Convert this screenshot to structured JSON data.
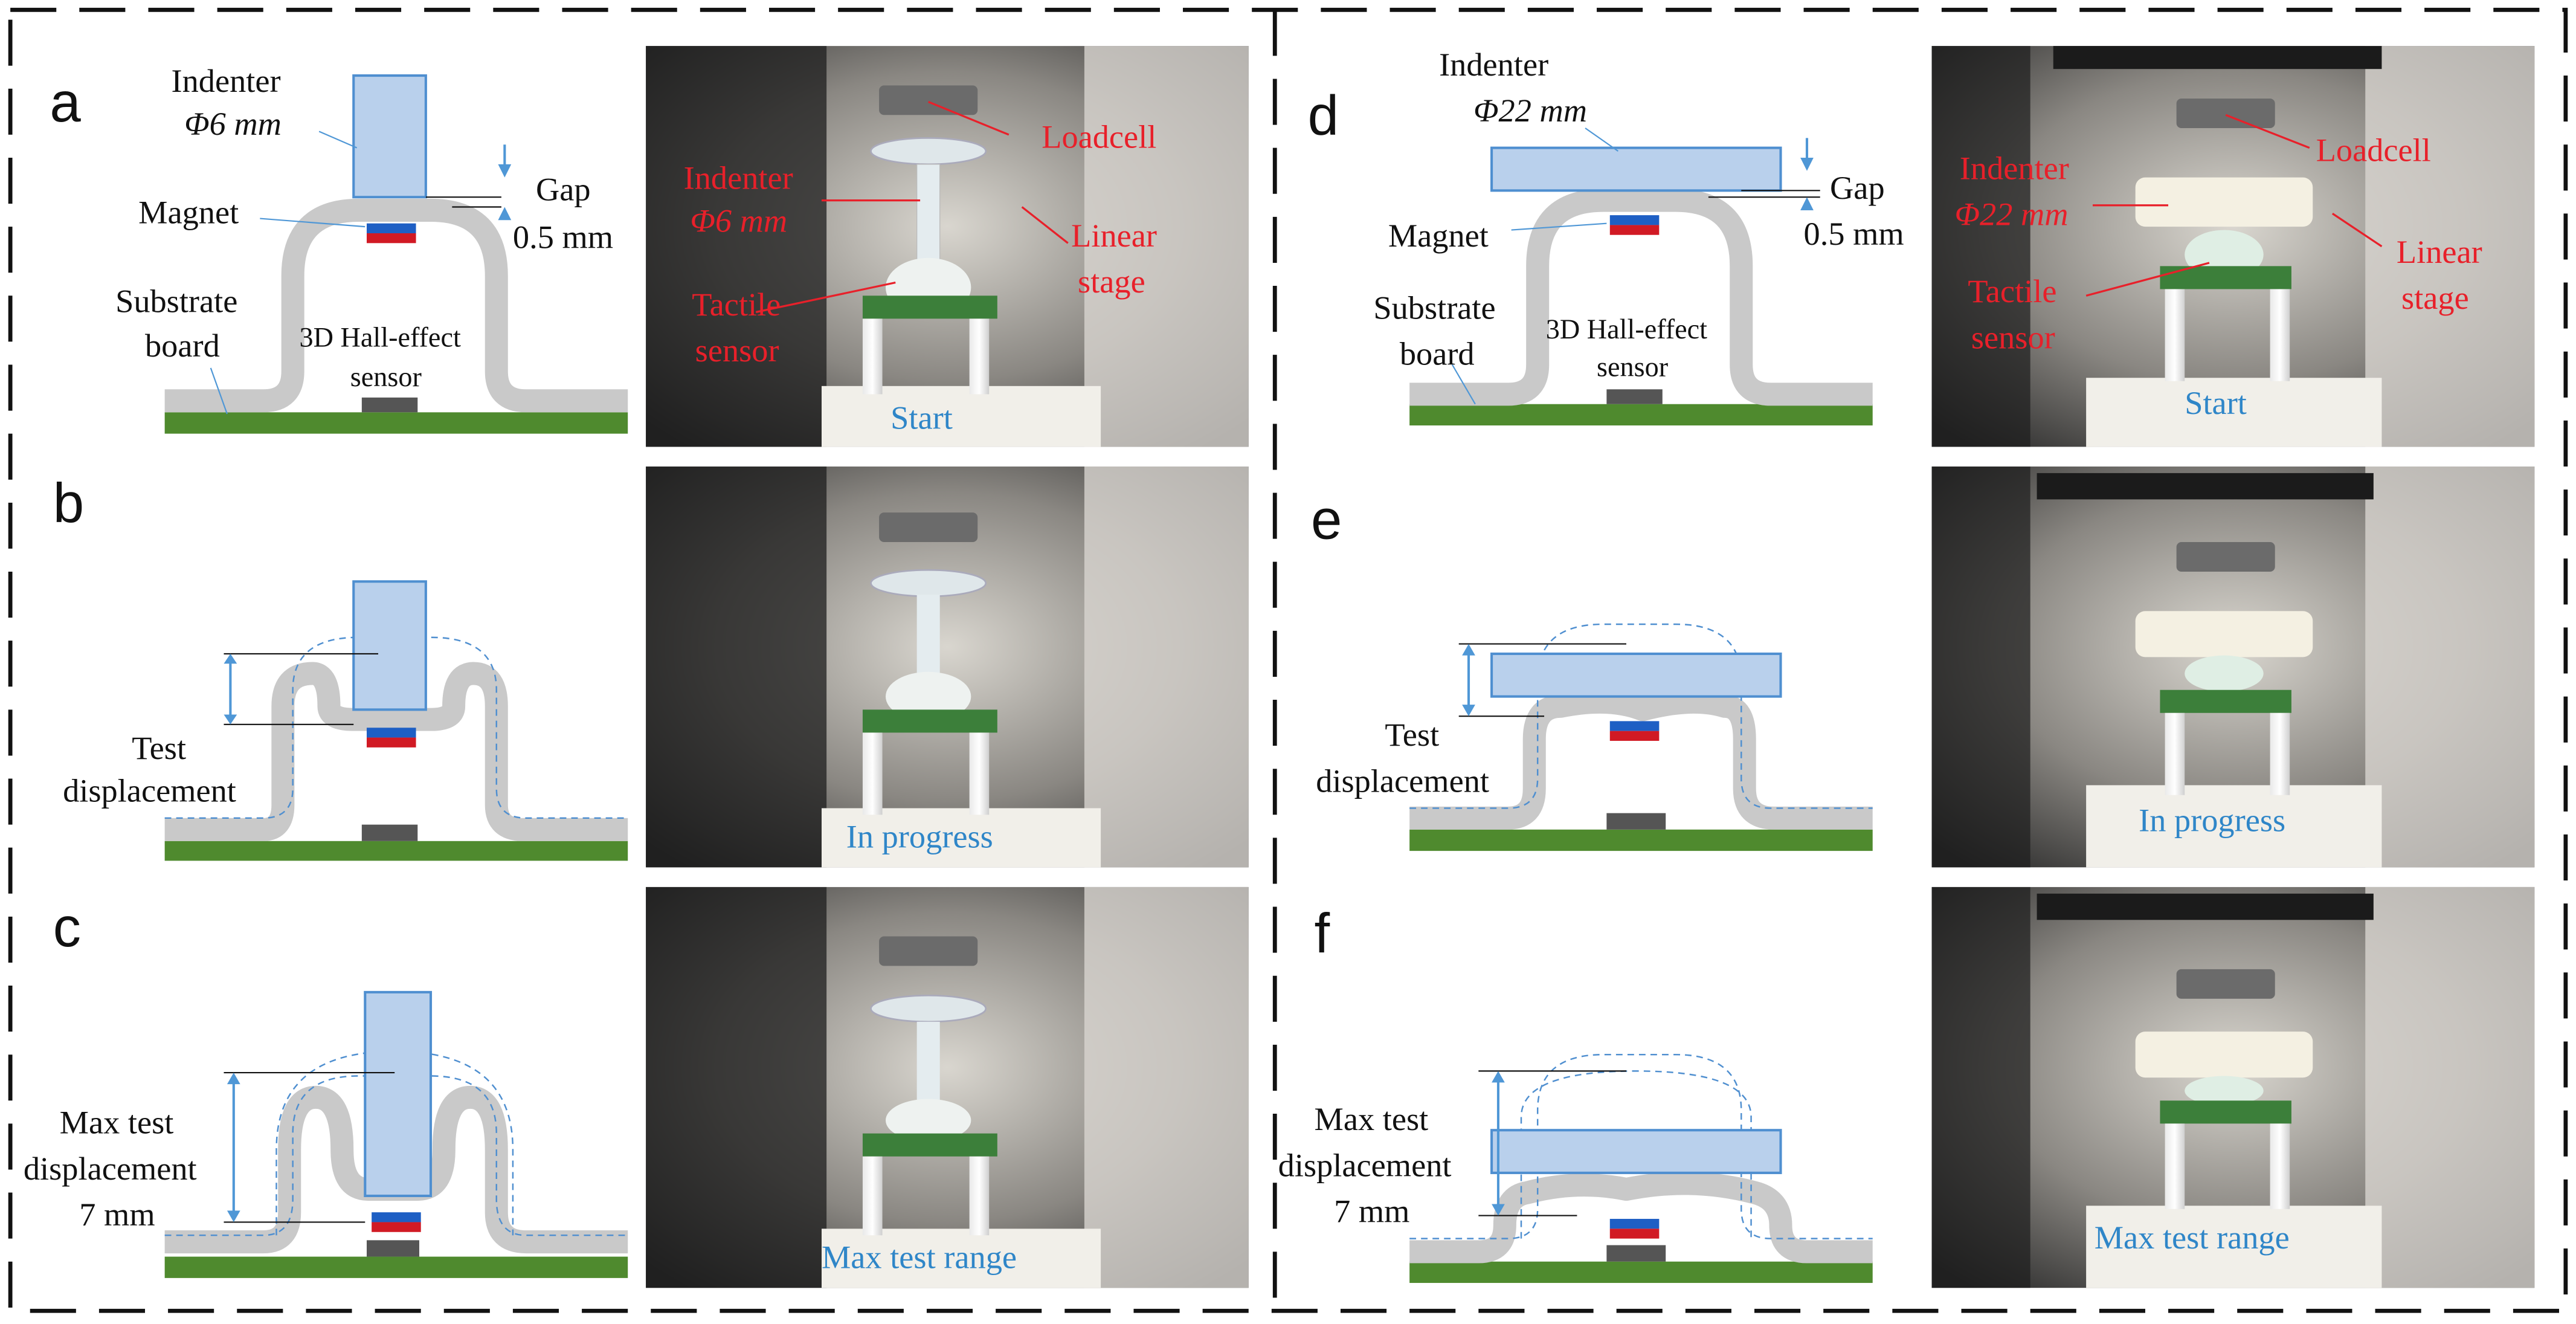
{
  "colors": {
    "indenter_fill": "#b9d0ec",
    "indenter_stroke": "#4f8fd0",
    "skin": "#c9c9c9",
    "board": "#4f8a2e",
    "magnet_red": "#d11a24",
    "magnet_blue": "#1e5fc4",
    "sensor_chip": "#555555",
    "arrow": "#4f97d6",
    "photo_label_red": "#e8202a",
    "photo_label_blue": "#2f86c8"
  },
  "panels": {
    "a": {
      "letter": "a",
      "indenter": "Indenter",
      "indenter_dia": "Φ6 mm",
      "magnet": "Magnet",
      "gap": "Gap",
      "gap_value": "0.5 mm",
      "substrate_1": "Substrate",
      "substrate_2": "board",
      "hall_1": "3D Hall-effect",
      "hall_2": "sensor",
      "photo": {
        "loadcell": "Loadcell",
        "indenter_1": "Indenter",
        "indenter_2": "Φ6 mm",
        "linear_1": "Linear",
        "linear_2": "stage",
        "tactile_1": "Tactile",
        "tactile_2": "sensor",
        "status": "Start"
      }
    },
    "b": {
      "letter": "b",
      "test_1": "Test",
      "test_2": "displacement",
      "photo": {
        "status": "In progress"
      }
    },
    "c": {
      "letter": "c",
      "max_1": "Max test",
      "max_2": "displacement",
      "max_3": "7 mm",
      "photo": {
        "status": "Max test range"
      }
    },
    "d": {
      "letter": "d",
      "indenter": "Indenter",
      "indenter_dia": "Φ22 mm",
      "magnet": "Magnet",
      "gap": "Gap",
      "gap_value": "0.5 mm",
      "substrate_1": "Substrate",
      "substrate_2": "board",
      "hall_1": "3D Hall-effect",
      "hall_2": "sensor",
      "photo": {
        "loadcell": "Loadcell",
        "indenter_1": "Indenter",
        "indenter_2": "Φ22 mm",
        "linear_1": "Linear",
        "linear_2": "stage",
        "tactile_1": "Tactile",
        "tactile_2": "sensor",
        "status": "Start"
      }
    },
    "e": {
      "letter": "e",
      "test_1": "Test",
      "test_2": "displacement",
      "photo": {
        "status": "In progress"
      }
    },
    "f": {
      "letter": "f",
      "max_1": "Max test",
      "max_2": "displacement",
      "max_3": "7 mm",
      "photo": {
        "status": "Max test range"
      }
    }
  }
}
